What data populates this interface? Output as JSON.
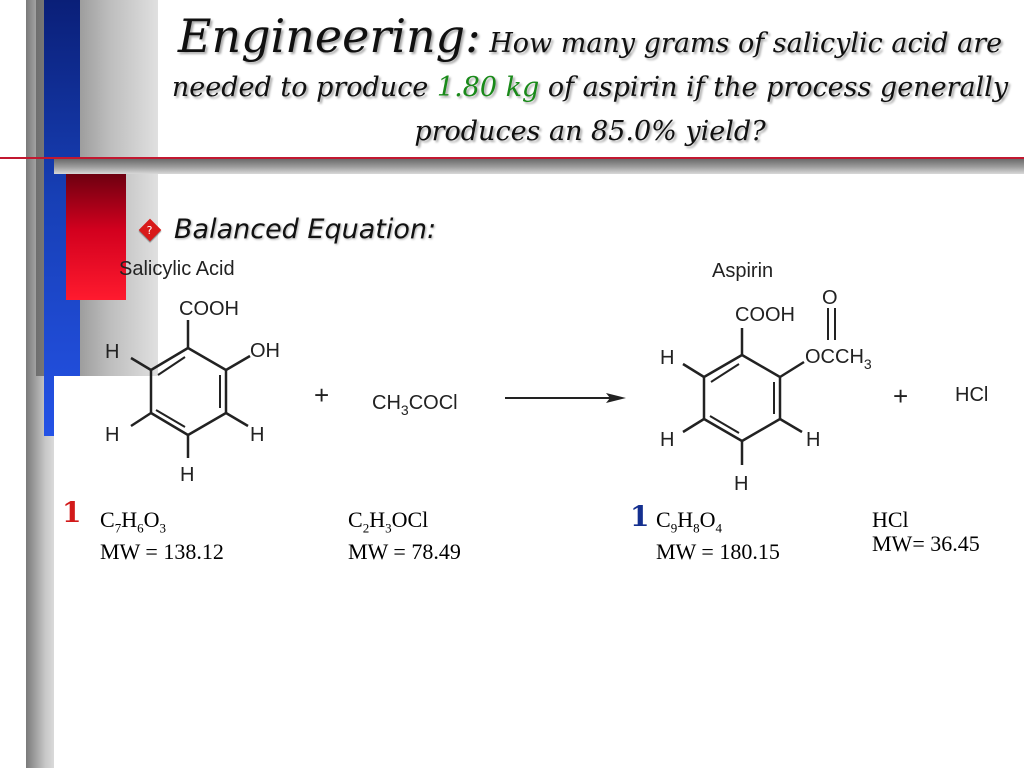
{
  "title": {
    "prefix": "Engineering:",
    "part1": "How many grams of salicylic acid are needed to produce",
    "amount": "1.80 kg",
    "part2": "of aspirin if the process generally produces an 85.0% yield?"
  },
  "bullet": {
    "icon": "diamond-icon",
    "icon_glyph": "?",
    "text": "Balanced Equation:"
  },
  "equation": {
    "salicylic_label": "Salicylic Acid",
    "aspirin_label": "Aspirin",
    "plus": "+",
    "reagent_main": "CH",
    "reagent_sub": "3",
    "reagent_tail": "COCl",
    "product_hcl": "HCl",
    "atoms": {
      "cooh": "COOH",
      "oh": "OH",
      "h": "H",
      "o": "O",
      "occh_main": "OCCH",
      "occh_sub": "3"
    }
  },
  "coefficients": {
    "salicylic": "1",
    "aspirin": "1"
  },
  "compounds": {
    "salicylic": {
      "formula_parts": [
        "C",
        "7",
        "H",
        "6",
        "O",
        "3"
      ],
      "mw": "MW = 138.12"
    },
    "acetyl": {
      "formula_parts": [
        "C",
        "2",
        "H",
        "3",
        "OCl"
      ],
      "mw": "MW = 78.49"
    },
    "aspirin": {
      "formula_parts": [
        "C",
        "9",
        "H",
        "8",
        "O",
        "4"
      ],
      "mw": "MW = 180.15"
    },
    "hcl": {
      "formula": "HCl",
      "mw": "MW= 36.45"
    }
  },
  "colors": {
    "accent_red": "#d21a1a",
    "accent_blue": "#142f8f",
    "green": "#1a8a1a"
  }
}
